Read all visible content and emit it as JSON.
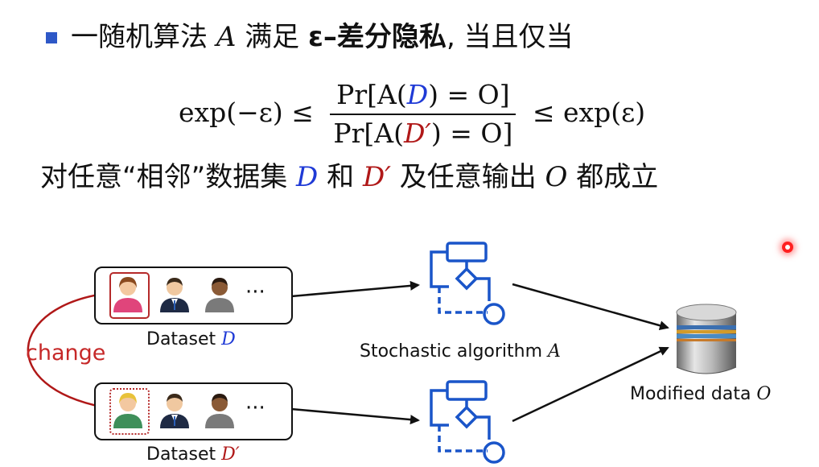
{
  "heading": {
    "part1": "一随机算法",
    "var_A": "A",
    "part2": "满足",
    "eps_dp": "ε–差分隐私",
    "part3": ", 当且仅当"
  },
  "formula": {
    "left": "exp(−ε) ≤",
    "num_prefix": "Pr[A(",
    "num_D": "D",
    "num_suffix": ") = O]",
    "den_prefix": "Pr[A(",
    "den_D": "D′",
    "den_suffix": ") = O]",
    "right": "≤ exp(ε)"
  },
  "condition": {
    "part1": "对任意“相邻”数据集",
    "D": "D",
    "and": "和",
    "Dprime": "D′",
    "part2": "及任意输出",
    "O": "O",
    "part3": "都成立"
  },
  "diagram": {
    "dataset_top_prefix": "Dataset ",
    "dataset_top_var": "D",
    "dataset_bottom_prefix": "Dataset ",
    "dataset_bottom_var": "D′",
    "ellipsis": "···",
    "change": "change",
    "algorithm_prefix": "Stochastic algorithm ",
    "algorithm_var": "A",
    "output_prefix": "Modified data ",
    "output_var": "O"
  },
  "colors": {
    "accent_blue": "#2E58C7",
    "flow_blue": "#1a55c9",
    "D_blue": "#1f3ad6",
    "Dprime_red": "#b01818",
    "change_red": "#c62828"
  }
}
